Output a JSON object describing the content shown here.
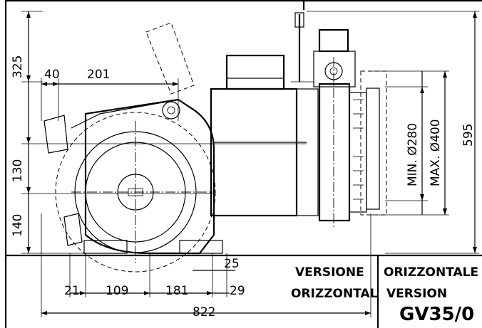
{
  "dimensions": {
    "d325": "325",
    "d40": "40",
    "d201": "201",
    "d130": "130",
    "d140": "140",
    "d21": "21",
    "d109": "109",
    "d181": "181",
    "d25": "25",
    "d29": "29",
    "d822": "822",
    "d595": "595",
    "min_label": "MIN. Ø280",
    "max_label": "MAX. Ø400"
  },
  "title_block": {
    "versione": "VERSIONE",
    "orizzontal": "ORIZZONTAL",
    "orizzontale": "ORIZZONTALE",
    "version": "VERSION",
    "model": "GV35/0"
  }
}
